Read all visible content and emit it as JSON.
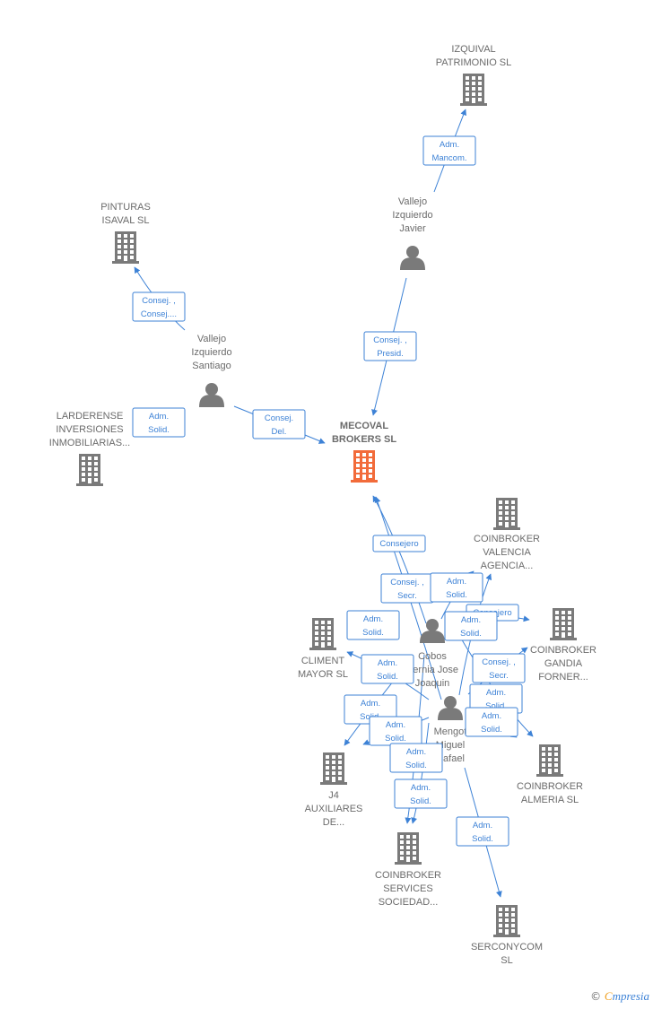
{
  "colors": {
    "edge": "#3d82d6",
    "node": "#7a7a7a",
    "main_node": "#f26b3a",
    "label": "#6b6b6b"
  },
  "nodes": [
    {
      "id": "mecoval",
      "kind": "company",
      "main": true,
      "lines": [
        "MECOVAL",
        "BROKERS  SL"
      ]
    },
    {
      "id": "izquival",
      "kind": "company",
      "lines": [
        "IZQUIVAL",
        "PATRIMONIO SL"
      ]
    },
    {
      "id": "vallejo_javier",
      "kind": "person",
      "lines": [
        "Vallejo",
        "Izquierdo",
        "Javier"
      ]
    },
    {
      "id": "pinturas",
      "kind": "company",
      "lines": [
        "PINTURAS",
        "ISAVAL SL"
      ]
    },
    {
      "id": "vallejo_santiago",
      "kind": "person",
      "lines": [
        "Vallejo",
        "Izquierdo",
        "Santiago"
      ]
    },
    {
      "id": "larderense",
      "kind": "company",
      "lines": [
        "LARDERENSE",
        "INVERSIONES",
        "INMOBILIARIAS..."
      ]
    },
    {
      "id": "coinbroker_valencia",
      "kind": "company",
      "lines": [
        "COINBROKER",
        "VALENCIA",
        "AGENCIA..."
      ]
    },
    {
      "id": "coinbroker_gandia",
      "kind": "company",
      "lines": [
        "COINBROKER",
        "GANDIA",
        "FORNER..."
      ]
    },
    {
      "id": "climent",
      "kind": "company",
      "lines": [
        "CLIMENT",
        "MAYOR SL"
      ]
    },
    {
      "id": "cobos",
      "kind": "person",
      "lines": [
        "Cobos",
        "Bernia Jose",
        "Joaquin"
      ]
    },
    {
      "id": "mengot",
      "kind": "person",
      "lines": [
        "Mengot",
        "Miguel",
        "Rafael"
      ]
    },
    {
      "id": "coinbroker_almeria",
      "kind": "company",
      "lines": [
        "COINBROKER",
        "ALMERIA  SL"
      ]
    },
    {
      "id": "j4",
      "kind": "company",
      "lines": [
        "J4",
        "AUXILIARES",
        "DE..."
      ]
    },
    {
      "id": "coinbroker_services",
      "kind": "company",
      "lines": [
        "COINBROKER",
        "SERVICES",
        "SOCIEDAD..."
      ]
    },
    {
      "id": "serconycom",
      "kind": "company",
      "lines": [
        "SERCONYCOM",
        "SL"
      ]
    }
  ],
  "edges": [
    {
      "from": "vallejo_javier",
      "to": "izquival",
      "lines": [
        "Adm.",
        "Mancom."
      ]
    },
    {
      "from": "vallejo_javier",
      "to": "mecoval",
      "lines": [
        "Consej. ,",
        "Presid."
      ]
    },
    {
      "from": "vallejo_santiago",
      "to": "pinturas",
      "lines": [
        "Consej. ,",
        "Consej...."
      ]
    },
    {
      "from": "vallejo_santiago",
      "to": "larderense",
      "lines": [
        "Adm.",
        "Solid."
      ]
    },
    {
      "from": "vallejo_santiago",
      "to": "mecoval",
      "lines": [
        "Consej.",
        "Del."
      ]
    },
    {
      "from": "cobos",
      "to": "mecoval",
      "lines": [
        "Consejero"
      ]
    },
    {
      "from": "mengot",
      "to": "mecoval",
      "lines": [
        "Consej. ,",
        "Secr."
      ]
    },
    {
      "from": "cobos",
      "to": "coinbroker_valencia",
      "lines": [
        "Adm.",
        "Solid."
      ]
    },
    {
      "from": "cobos",
      "to": "climent",
      "lines": [
        "Adm.",
        "Solid."
      ]
    },
    {
      "from": "cobos",
      "to": "coinbroker_gandia",
      "lines": [
        "Consejero"
      ]
    },
    {
      "from": "mengot",
      "to": "coinbroker_valencia",
      "lines": [
        "Adm.",
        "Solid."
      ]
    },
    {
      "from": "mengot",
      "to": "climent",
      "lines": [
        "Adm.",
        "Solid."
      ]
    },
    {
      "from": "mengot",
      "to": "coinbroker_gandia",
      "lines": [
        "Consej. ,",
        "Secr."
      ]
    },
    {
      "from": "cobos",
      "to": "j4",
      "lines": [
        "Adm.",
        "Solid."
      ]
    },
    {
      "from": "mengot",
      "to": "j4",
      "lines": [
        "Adm.",
        "Solid."
      ]
    },
    {
      "from": "cobos",
      "to": "coinbroker_almeria",
      "lines": [
        "Adm.",
        "Solid."
      ]
    },
    {
      "from": "mengot",
      "to": "coinbroker_almeria",
      "lines": [
        "Adm.",
        "Solid."
      ]
    },
    {
      "from": "cobos",
      "to": "coinbroker_services",
      "lines": [
        "Adm.",
        "Solid."
      ]
    },
    {
      "from": "mengot",
      "to": "coinbroker_services",
      "lines": [
        "Adm.",
        "Solid."
      ]
    },
    {
      "from": "mengot",
      "to": "serconycom",
      "lines": [
        "Adm.",
        "Solid."
      ]
    }
  ],
  "footer": {
    "copyright": "©",
    "brand_first": "C",
    "brand_rest": "mpresia"
  }
}
